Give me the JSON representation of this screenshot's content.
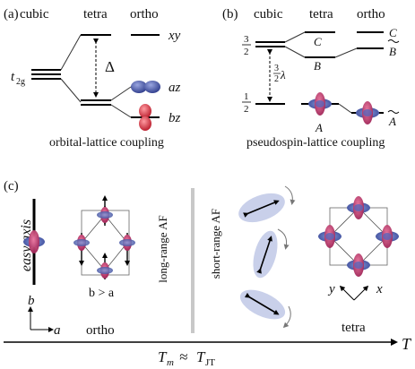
{
  "panel_a": {
    "label": "(a)",
    "col_cubic": "cubic",
    "col_tetra": "tetra",
    "col_ortho": "ortho",
    "level_t2g": "t",
    "level_t2g_sub": "2g",
    "level_xy": "xy",
    "level_az": "az",
    "level_bz": "bz",
    "gap": "Δ",
    "caption": "orbital-lattice coupling"
  },
  "panel_b": {
    "label": "(b)",
    "col_cubic": "cubic",
    "col_tetra": "tetra",
    "col_ortho": "ortho",
    "j32_num": "3",
    "j32_den": "2",
    "j12_num": "1",
    "j12_den": "2",
    "level_C": "C",
    "level_B": "B",
    "level_A": "A",
    "level_C_ortho": "C",
    "level_B_ortho": "B",
    "level_A_ortho": "A",
    "lambda_num": "3",
    "lambda_den": "2",
    "lambda_sym": "λ",
    "caption": "pseudospin-lattice coupling"
  },
  "panel_c": {
    "label": "(c)",
    "easy_axis": "easy axis",
    "axis_b": "b",
    "axis_a": "a",
    "b_gt_a": "b > a",
    "ortho": "ortho",
    "long_range": "long-range AF",
    "short_range": "short-range AF",
    "axis_y": "y",
    "axis_x": "x",
    "tetra": "tetra",
    "T_axis": "T",
    "Tm": "T",
    "Tm_sub": "m",
    "approx": " ≈ ",
    "TJT": "T",
    "TJT_sub": "JT"
  },
  "colors": {
    "orbital_blue": "#3a4a9a",
    "orbital_red": "#d93040",
    "pseudospin_pink": "#c83a6a",
    "ellipse_fill": "#c9d0ea",
    "divider": "#c8c8c8"
  }
}
